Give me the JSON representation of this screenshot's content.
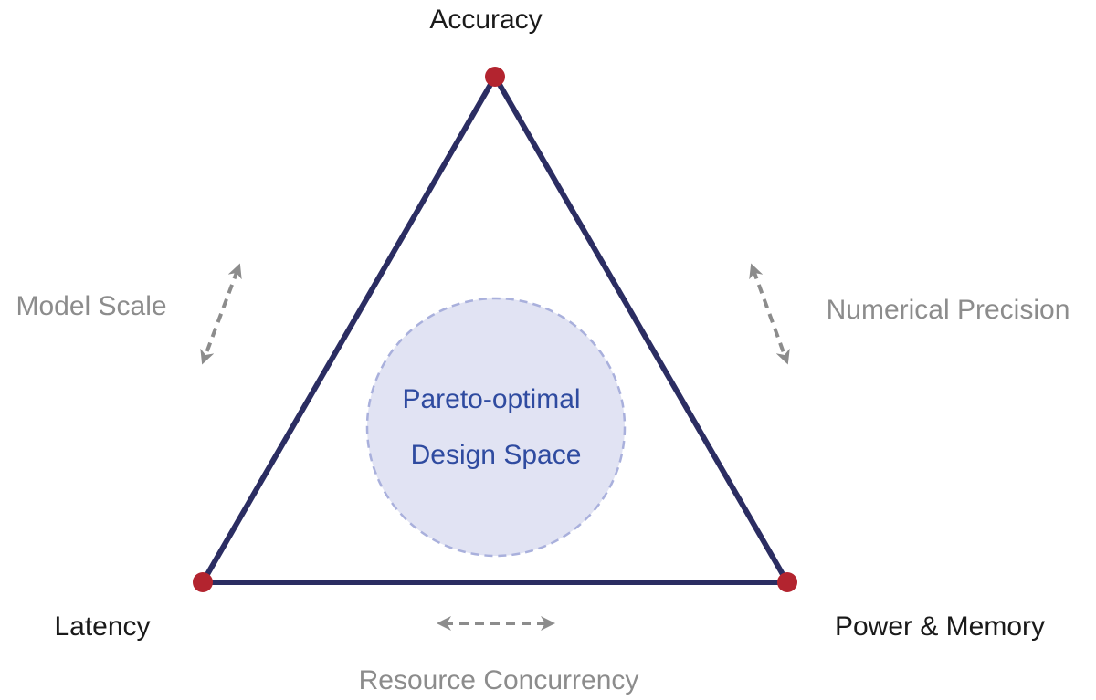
{
  "vertices": {
    "top": "Accuracy",
    "bottom_left": "Latency",
    "bottom_right": "Power & Memory"
  },
  "tradeoffs": {
    "left": "Model Scale",
    "right": "Numerical Precision",
    "bottom": "Resource Concurrency"
  },
  "center": {
    "line1": "Pareto-optimal",
    "line2": "Design Space"
  },
  "colors": {
    "triangle_edge": "#2b2d62",
    "vertex_dot": "#b3242f",
    "region_fill": "#e1e3f3",
    "region_border": "#a9b0dc",
    "arrow": "#8c8c8c",
    "center_text": "#2f4ba0",
    "tradeoff_text": "#8c8c8c"
  }
}
